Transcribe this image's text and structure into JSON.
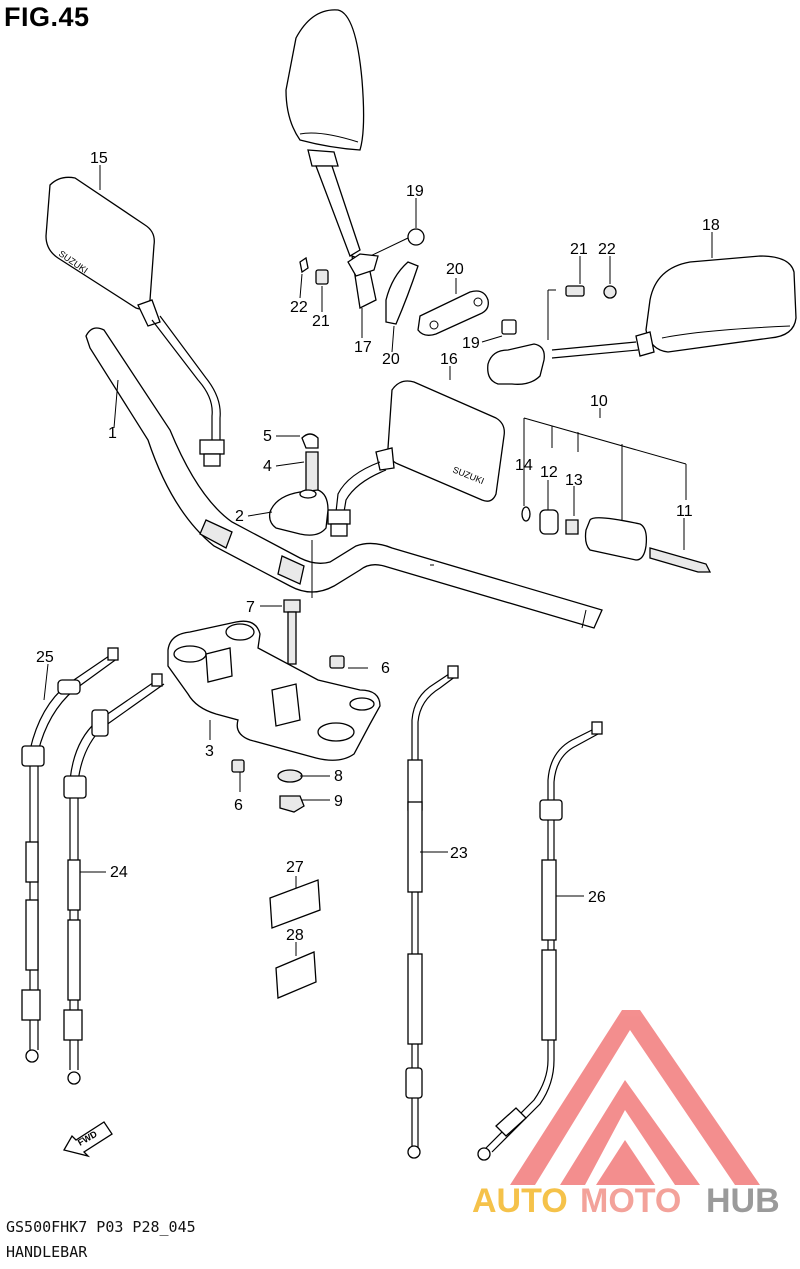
{
  "figure": {
    "title": "FIG.45",
    "model_code": "GS500FHK7  P03 P28_045",
    "section_name": "HANDLEBAR"
  },
  "callouts": [
    {
      "id": "c1",
      "label": "1"
    },
    {
      "id": "c2",
      "label": "2"
    },
    {
      "id": "c3",
      "label": "3"
    },
    {
      "id": "c4",
      "label": "4"
    },
    {
      "id": "c5",
      "label": "5"
    },
    {
      "id": "c6a",
      "label": "6"
    },
    {
      "id": "c6b",
      "label": "6"
    },
    {
      "id": "c7",
      "label": "7"
    },
    {
      "id": "c8",
      "label": "8"
    },
    {
      "id": "c9",
      "label": "9"
    },
    {
      "id": "c10",
      "label": "10"
    },
    {
      "id": "c11",
      "label": "11"
    },
    {
      "id": "c12",
      "label": "12"
    },
    {
      "id": "c13",
      "label": "13"
    },
    {
      "id": "c14",
      "label": "14"
    },
    {
      "id": "c15",
      "label": "15"
    },
    {
      "id": "c16",
      "label": "16"
    },
    {
      "id": "c17",
      "label": "17"
    },
    {
      "id": "c18",
      "label": "18"
    },
    {
      "id": "c19a",
      "label": "19"
    },
    {
      "id": "c19b",
      "label": "19"
    },
    {
      "id": "c20a",
      "label": "20"
    },
    {
      "id": "c20b",
      "label": "20"
    },
    {
      "id": "c21a",
      "label": "21"
    },
    {
      "id": "c21b",
      "label": "21"
    },
    {
      "id": "c22a",
      "label": "22"
    },
    {
      "id": "c22b",
      "label": "22"
    },
    {
      "id": "c23",
      "label": "23"
    },
    {
      "id": "c24",
      "label": "24"
    },
    {
      "id": "c25",
      "label": "25"
    },
    {
      "id": "c26",
      "label": "26"
    },
    {
      "id": "c27",
      "label": "27"
    },
    {
      "id": "c28",
      "label": "28"
    }
  ],
  "mirror_brand": "SUZUKI",
  "direction_badge": "FWD",
  "watermark": {
    "part1": "AUTO",
    "part2": "MOTO",
    "part3": "HUB",
    "color1": "#f5c24a",
    "color2": "#f3a29a",
    "color3": "#9a9a9a",
    "logo_color": "#f05a5a"
  }
}
